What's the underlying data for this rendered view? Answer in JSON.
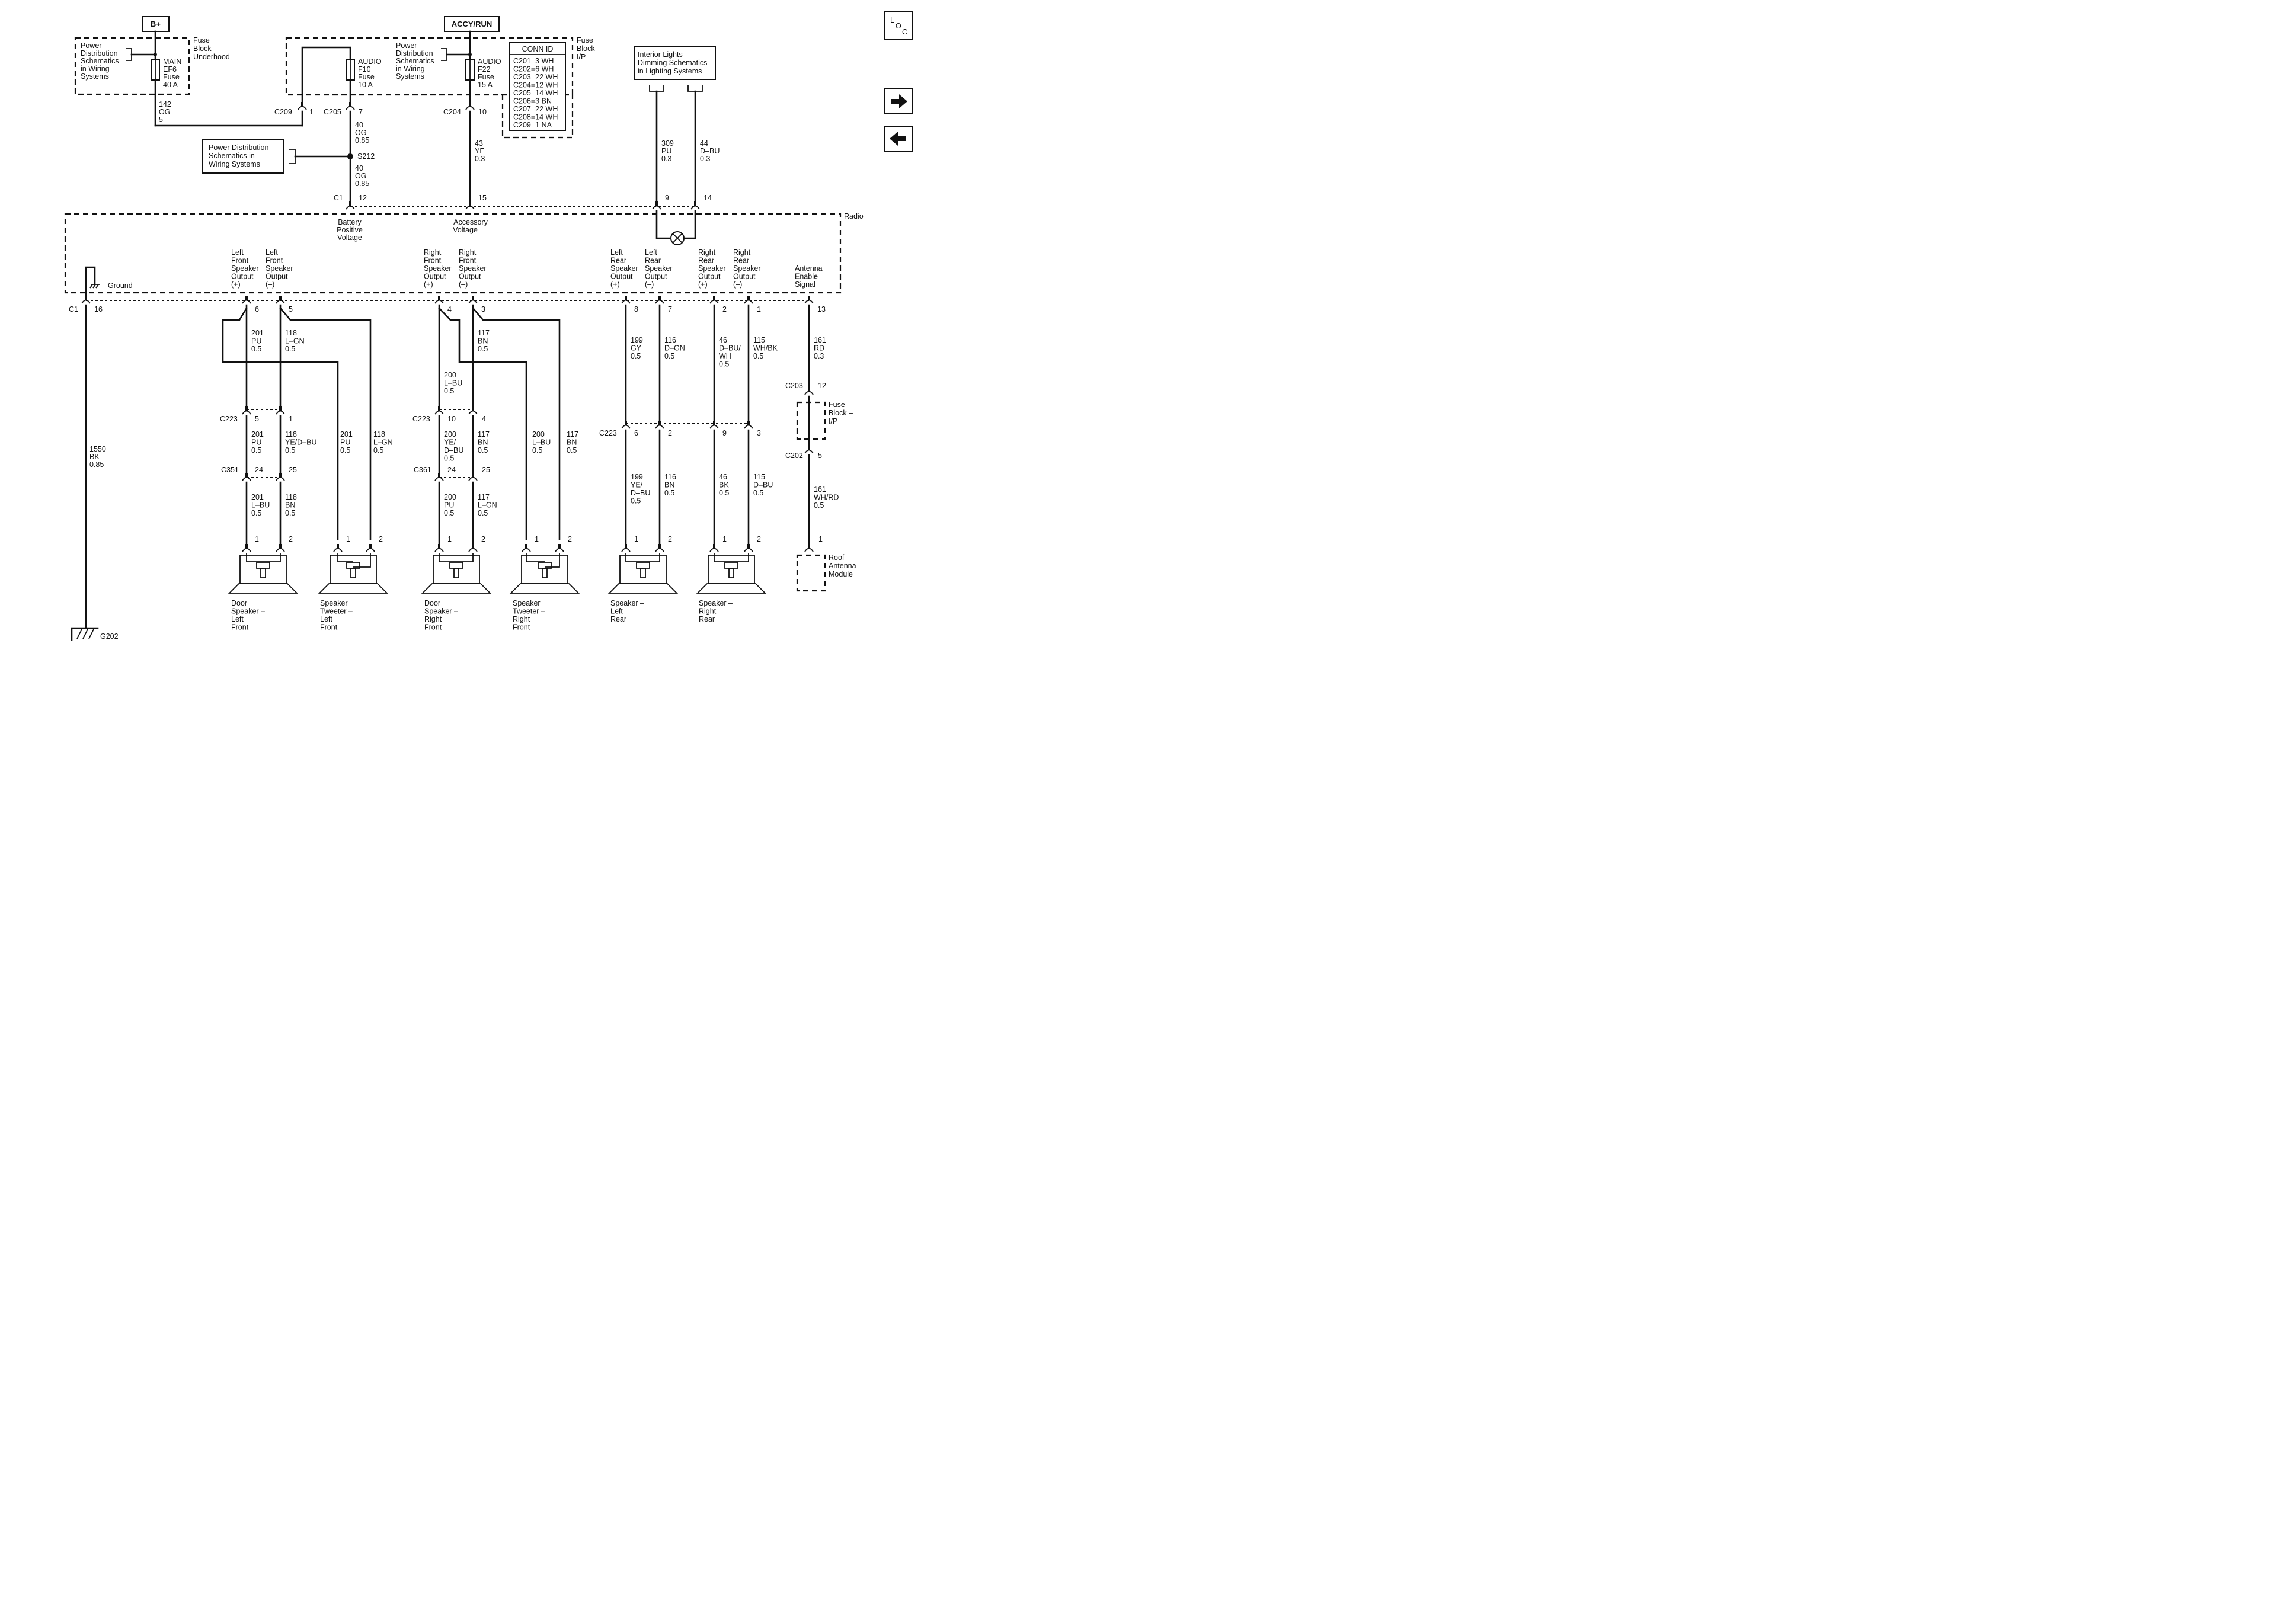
{
  "title_boxes": {
    "b_plus": "B+",
    "accy_run": "ACCY/RUN"
  },
  "nav": {
    "loc": [
      "L",
      "O",
      "C"
    ],
    "next": "→",
    "prev": "←"
  },
  "fuse_block_underhood": {
    "label": [
      "Fuse",
      "Block –",
      "Underhood"
    ],
    "ref": [
      "Power",
      "Distribution",
      "Schematics",
      "in Wiring",
      "Systems"
    ],
    "fuse": [
      "MAIN",
      "EF6",
      "Fuse",
      "40 A"
    ]
  },
  "fuse_block_ip": {
    "label": [
      "Fuse",
      "Block –",
      "I/P"
    ],
    "ref": [
      "Power",
      "Distribution",
      "Schematics",
      "in Wiring",
      "Systems"
    ],
    "f10": [
      "AUDIO",
      "F10",
      "Fuse",
      "10 A"
    ],
    "f22": [
      "AUDIO",
      "F22",
      "Fuse",
      "15 A"
    ]
  },
  "conn_id": {
    "header": "CONN ID",
    "rows": [
      "C201=3 WH",
      "C202=6 WH",
      "C203=22 WH",
      "C204=12 WH",
      "C205=14 WH",
      "C206=3 BN",
      "C207=22 WH",
      "C208=14 WH",
      "C209=1 NA"
    ]
  },
  "interior_lights": [
    "Interior Lights",
    "Dimming Schematics",
    "in Lighting Systems"
  ],
  "pd_box": [
    "Power Distribution",
    "Schematics in",
    "Wiring Systems"
  ],
  "splice": "S212",
  "radio_label": "Radio",
  "ground_label": "Ground",
  "connectors": {
    "c209": "C209",
    "c209_pin": "1",
    "c205": "C205",
    "c205_pin": "7",
    "c204": "C204",
    "c204_pin": "10",
    "c1": "C1",
    "c223": "C223",
    "c351": "C351",
    "c361": "C361",
    "c203": "C203",
    "c202": "C202",
    "g202": "G202"
  },
  "wire_labels": {
    "w142": [
      "142",
      "OG",
      "5"
    ],
    "w40a": [
      "40",
      "OG",
      "0.85"
    ],
    "w40b": [
      "40",
      "OG",
      "0.85"
    ],
    "w43": [
      "43",
      "YE",
      "0.3"
    ],
    "w309": [
      "309",
      "PU",
      "0.3"
    ],
    "w44": [
      "44",
      "D–BU",
      "0.3"
    ],
    "w1550": [
      "1550",
      "BK",
      "0.85"
    ],
    "w201a": [
      "201",
      "PU",
      "0.5"
    ],
    "w118a": [
      "118",
      "L–GN",
      "0.5"
    ],
    "w200a": [
      "200",
      "L–BU",
      "0.5"
    ],
    "w117a": [
      "117",
      "BN",
      "0.5"
    ],
    "w199a": [
      "199",
      "GY",
      "0.5"
    ],
    "w116a": [
      "116",
      "D–GN",
      "0.5"
    ],
    "w46a": [
      "46",
      "D–BU/",
      "WH",
      "0.5"
    ],
    "w115a": [
      "115",
      "WH/BK",
      "0.5"
    ],
    "w161a": [
      "161",
      "RD",
      "0.3"
    ],
    "w201b": [
      "201",
      "PU",
      "0.5"
    ],
    "w118b": [
      "118",
      "YE/D–BU",
      "0.5"
    ],
    "w201t": [
      "201",
      "PU",
      "0.5"
    ],
    "w118t": [
      "118",
      "L–GN",
      "0.5"
    ],
    "w200b": [
      "200",
      "YE/",
      "D–BU",
      "0.5"
    ],
    "w117b": [
      "117",
      "BN",
      "0.5"
    ],
    "w200t": [
      "200",
      "L–BU",
      "0.5"
    ],
    "w117t": [
      "117",
      "BN",
      "0.5"
    ],
    "w201c": [
      "201",
      "L–BU",
      "0.5"
    ],
    "w118c": [
      "118",
      "BN",
      "0.5"
    ],
    "w200c": [
      "200",
      "PU",
      "0.5"
    ],
    "w117c": [
      "117",
      "L–GN",
      "0.5"
    ],
    "w199b": [
      "199",
      "YE/",
      "D–BU",
      "0.5"
    ],
    "w116b": [
      "116",
      "BN",
      "0.5"
    ],
    "w46b": [
      "46",
      "BK",
      "0.5"
    ],
    "w115b": [
      "115",
      "D–BU",
      "0.5"
    ],
    "w161b": [
      "161",
      "WH/RD",
      "0.5"
    ]
  },
  "radio_inputs": {
    "battery": [
      "Battery",
      "Positive",
      "Voltage"
    ],
    "accessory": [
      "Accessory",
      "Voltage"
    ]
  },
  "radio_outputs": {
    "lf_pos": [
      "Left",
      "Front",
      "Speaker",
      "Output",
      "(+)"
    ],
    "lf_neg": [
      "Left",
      "Front",
      "Speaker",
      "Output",
      "(–)"
    ],
    "rf_pos": [
      "Right",
      "Front",
      "Speaker",
      "Output",
      "(+)"
    ],
    "rf_neg": [
      "Right",
      "Front",
      "Speaker",
      "Output",
      "(–)"
    ],
    "lr_pos": [
      "Left",
      "Rear",
      "Speaker",
      "Output",
      "(+)"
    ],
    "lr_neg": [
      "Left",
      "Rear",
      "Speaker",
      "Output",
      "(–)"
    ],
    "rr_pos": [
      "Right",
      "Rear",
      "Speaker",
      "Output",
      "(+)"
    ],
    "rr_neg": [
      "Right",
      "Rear",
      "Speaker",
      "Output",
      "(–)"
    ],
    "antenna": [
      "Antenna",
      "Enable",
      "Signal"
    ]
  },
  "pins": {
    "c1_12": "12",
    "c1_15": "15",
    "c1_9": "9",
    "c1_14": "14",
    "c1_16": "16",
    "c1_6": "6",
    "c1_5": "5",
    "c1_4": "4",
    "c1_3": "3",
    "c1_8": "8",
    "c1_7": "7",
    "c1_2": "2",
    "c1_1": "1",
    "c1_13": "13",
    "c223_5": "5",
    "c223_1": "1",
    "c223_10": "10",
    "c223_4": "4",
    "c223_6": "6",
    "c223_2": "2",
    "c223_9": "9",
    "c223_3": "3",
    "c351_24": "24",
    "c351_25": "25",
    "c361_24": "24",
    "c361_25": "25",
    "c203_12": "12",
    "c202_5": "5",
    "spk_1": "1",
    "spk_2": "2",
    "ant_1": "1"
  },
  "speakers": {
    "door_lf": [
      "Door",
      "Speaker –",
      "Left",
      "Front"
    ],
    "tw_lf": [
      "Speaker",
      "Tweeter –",
      "Left",
      "Front"
    ],
    "door_rf": [
      "Door",
      "Speaker –",
      "Right",
      "Front"
    ],
    "tw_rf": [
      "Speaker",
      "Tweeter –",
      "Right",
      "Front"
    ],
    "lr": [
      "Speaker –",
      "Left",
      "Rear"
    ],
    "rr": [
      "Speaker –",
      "Right",
      "Rear"
    ]
  },
  "fuse_block_ip2": [
    "Fuse",
    "Block –",
    "I/P"
  ],
  "roof_antenna": [
    "Roof",
    "Antenna",
    "Module"
  ]
}
